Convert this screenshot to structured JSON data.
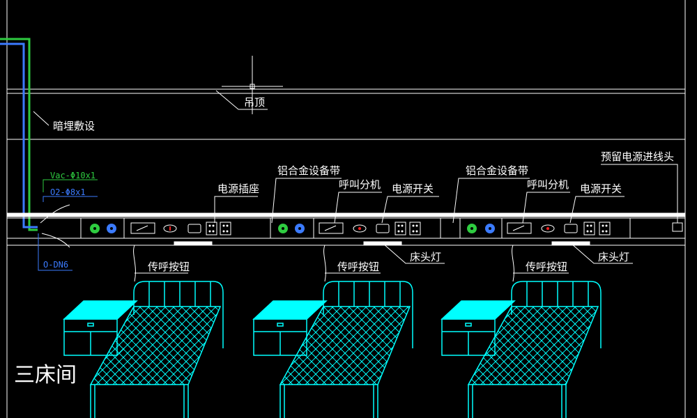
{
  "labels": {
    "ceiling": "吊顶",
    "concealed": "暗埋敷设",
    "vac_pipe": "Vac-Φ10x1",
    "o2_pipe": "O2-Φ8x1",
    "dn6": "O-DN6",
    "socket": "电源插座",
    "alu_band_1": "铝合金设备带",
    "alu_band_2": "铝合金设备带",
    "call_unit_1": "呼叫分机",
    "call_unit_2": "呼叫分机",
    "power_switch_1": "电源开关",
    "power_switch_2": "电源开关",
    "reserved_power": "预留电源进线头",
    "bed_light_1": "床头灯",
    "bed_light_2": "床头灯",
    "call_button_1": "传呼按钮",
    "call_button_2": "传呼按钮",
    "call_button_3": "传呼按钮",
    "room": "三床间"
  },
  "colors": {
    "background": "#000000",
    "line": "#ffffff",
    "bed": "#00ffff",
    "oxygen": "#2ecc40",
    "vacuum": "#3b7bff",
    "socket_red": "#ff2020"
  }
}
